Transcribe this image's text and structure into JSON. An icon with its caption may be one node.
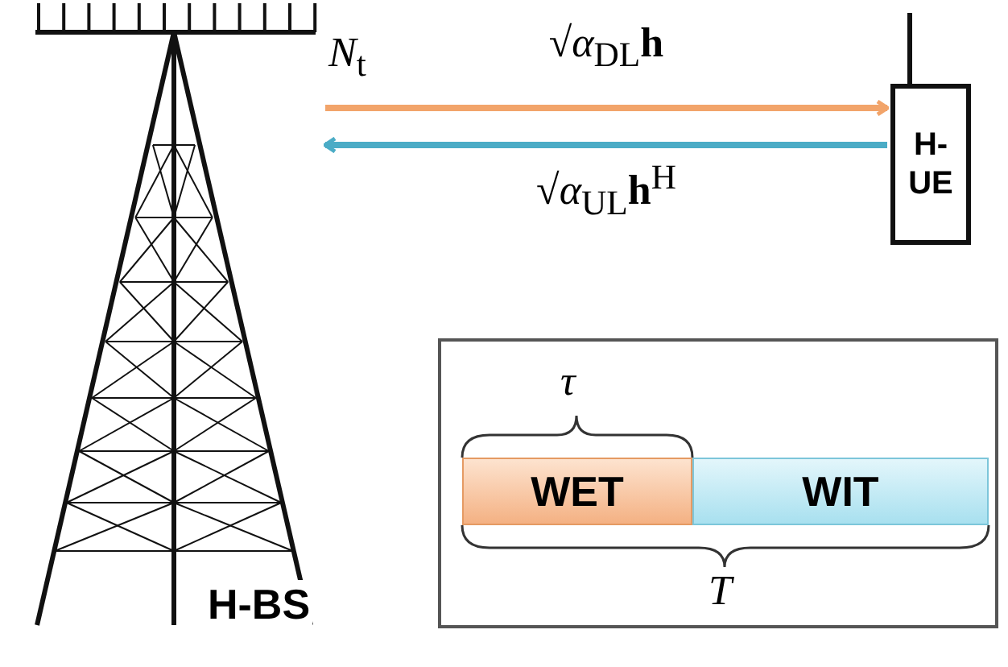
{
  "diagram": {
    "nodes": [
      {
        "text": [
          "H-BS"
        ],
        "beside": [
          "*N*$_{t}$"
        ]
      },
      {
        "text": [
          "H-UE"
        ]
      },
      {
        "text": [],
        "shape": "box"
      },
      {
        "text": [
          "WET"
        ],
        "in": 2
      },
      {
        "text": [
          "WIT"
        ],
        "in": 2
      }
    ],
    "edges": [
      {
        "from": 0,
        "to": 1,
        "arrow": "to",
        "label": "√*α*$_{DL}$**h**",
        "color": "#f2a46a"
      },
      {
        "from": 1,
        "to": 0,
        "arrow": "to",
        "label": "√*α*$_{UL}$**h**$^{H}$",
        "color": "#4bacc6"
      }
    ],
    "labels": [
      "τ",
      "T"
    ]
  }
}
